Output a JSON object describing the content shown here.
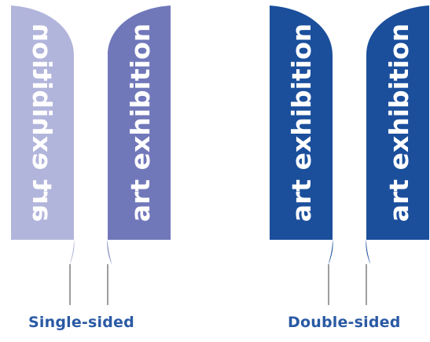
{
  "groups": [
    {
      "caption": "Single-sided",
      "flags": [
        {
          "text": "art exhibition",
          "mirrored": true,
          "color": "#b2b5db"
        },
        {
          "text": "art exhibition",
          "mirrored": false,
          "color": "#7178ba"
        }
      ]
    },
    {
      "caption": "Double-sided",
      "flags": [
        {
          "text": "art exhibition",
          "mirrored": false,
          "color": "#1b4f9c"
        },
        {
          "text": "art exhibition",
          "mirrored": false,
          "color": "#1b4f9c"
        }
      ]
    }
  ],
  "colors": {
    "pole": "#9e9e9e",
    "caption": "#2a5aa4"
  }
}
